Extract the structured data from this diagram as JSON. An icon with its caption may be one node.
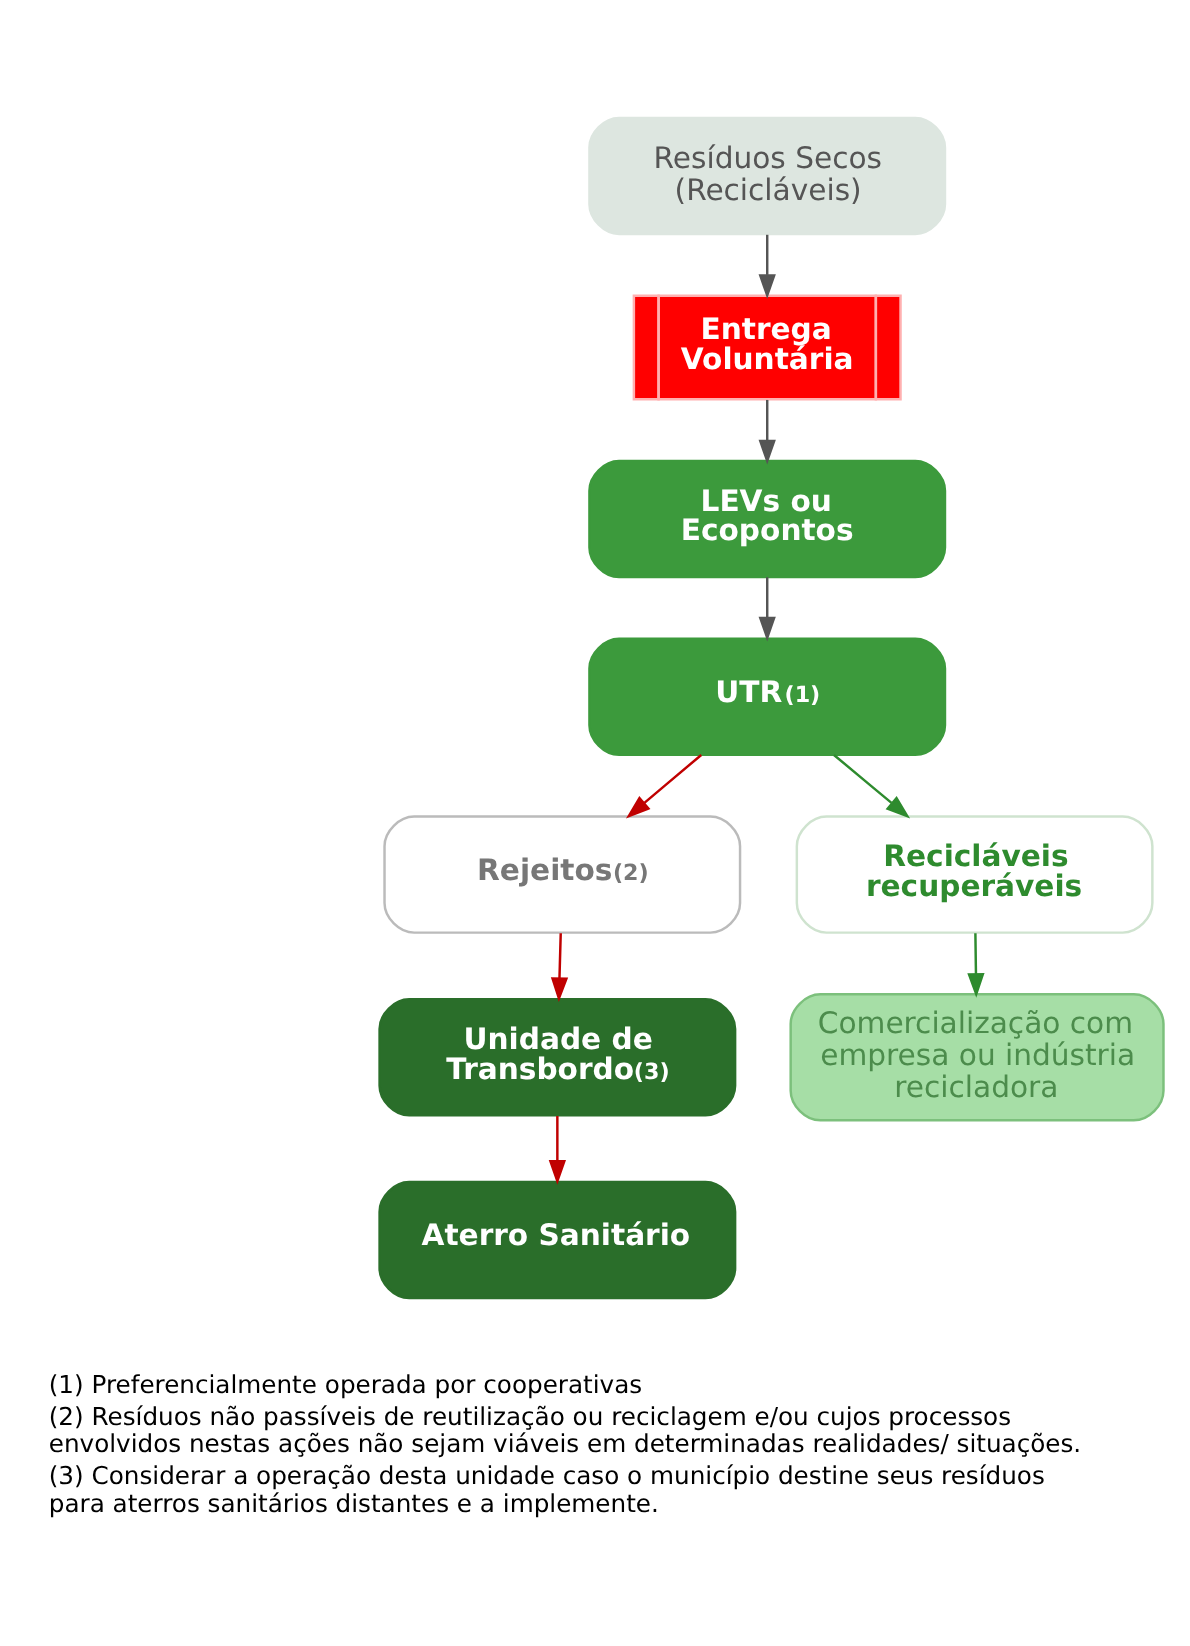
{
  "diagram": {
    "nodes": [
      {
        "text": [
          "Resíduos Secos (Recicláveis)"
        ]
      },
      {
        "text": [
          "Entrega Voluntária"
        ]
      },
      {
        "text": [
          "LEVs ou Ecopontos"
        ]
      },
      {
        "text": [
          "UTR$^{(1)}$"
        ]
      },
      {
        "text": [
          "Rejeitos$^{(2)}$"
        ]
      },
      {
        "text": [
          "Recicláveis recuperáveis"
        ]
      },
      {
        "text": [
          "Unidade de Transbordo$^{(3)}$"
        ]
      },
      {
        "text": [
          "Comercialização com empresa ou indústria recicladora"
        ]
      },
      {
        "text": [
          "Aterro Sanitário"
        ]
      }
    ],
    "edges": [
      {
        "from": 0,
        "to": 1,
        "arrow": "to"
      },
      {
        "from": 1,
        "to": 2,
        "arrow": "to"
      },
      {
        "from": 2,
        "to": 3,
        "arrow": "to"
      },
      {
        "from": 3,
        "to": 4,
        "arrow": "to",
        "color": "#c00000"
      },
      {
        "from": 3,
        "to": 5,
        "arrow": "to",
        "color": "#2e8b2e"
      },
      {
        "from": 4,
        "to": 6,
        "arrow": "to",
        "color": "#c00000"
      },
      {
        "from": 5,
        "to": 7,
        "arrow": "to",
        "color": "#2e8b2e"
      },
      {
        "from": 6,
        "to": 8,
        "arrow": "to",
        "color": "#c00000"
      }
    ],
    "labels": [
      "(1) Preferencialmente operada por cooperativas",
      "(2) Resíduos não passíveis de reutilização ou reciclagem e/ou cujos processos envolvidos nestas ações não sejam viáveis em determinadas realidades/ situações.",
      "(3) Considerar a operação desta unidade caso o município destine seus resíduos para aterros sanitários distantes e a implemente."
    ]
  }
}
